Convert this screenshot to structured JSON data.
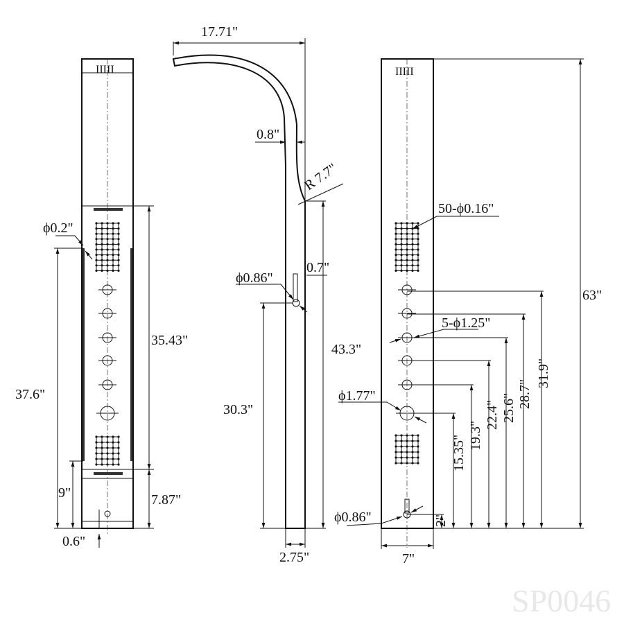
{
  "title_watermark": "SP0046",
  "front_view": {
    "hole_dia": "ϕ0.2\"",
    "height_main": "35.43\"",
    "height_lower": "7.87\"",
    "height_total_side": "37.6\"",
    "height_9": "9\"",
    "offset": "0.6\""
  },
  "side_view": {
    "spout_reach": "17.71\"",
    "spout_offset": "0.8\"",
    "radius": "R 7.7\"",
    "outlet_dia": "ϕ0.86\"",
    "depth_small": "0.7\"",
    "height_body": "43.3\"",
    "height_outlet": "30.3\"",
    "depth": "2.75\""
  },
  "rear_view": {
    "nozzles": "50-ϕ0.16\"",
    "jets": "5-ϕ1.25\"",
    "main_dia": "ϕ1.77\"",
    "inlet_dia": "ϕ0.86\"",
    "total_height": "63\"",
    "jet_heights": [
      "31.9\"",
      "28.7\"",
      "25.6\"",
      "22.4\"",
      "19.3\"",
      "15.35\"",
      "2\""
    ],
    "width": "7\""
  }
}
